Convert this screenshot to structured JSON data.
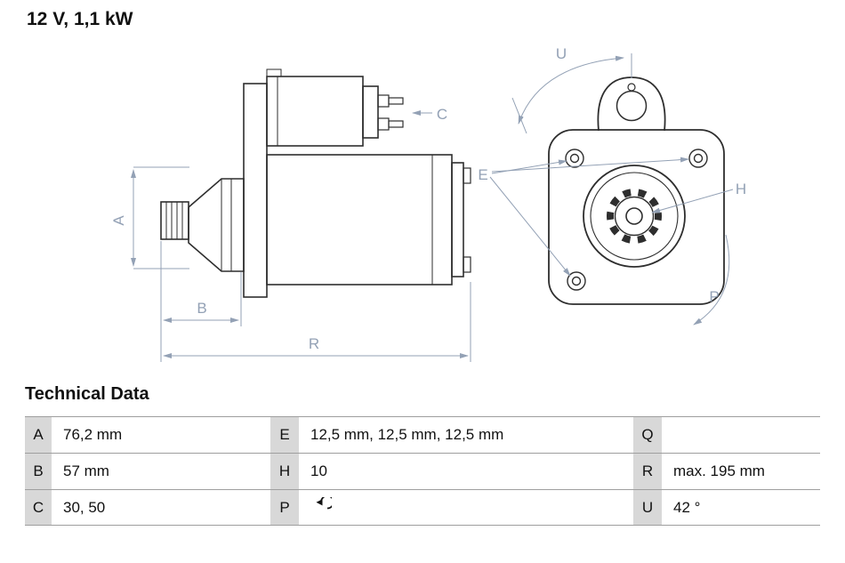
{
  "title": "12 V, 1,1 kW",
  "colors": {
    "dimension": "#93a1b5",
    "line": "#2e2e2e",
    "table_key_bg": "#d8d8d8",
    "table_border": "#9e9e9e"
  },
  "dim_labels": {
    "A": "A",
    "B": "B",
    "C": "C",
    "E": "E",
    "H": "H",
    "P": "P",
    "R": "R",
    "U": "U"
  },
  "technical_data": {
    "heading": "Technical Data",
    "rows": [
      {
        "c1k": "A",
        "c1v": "76,2 mm",
        "c2k": "E",
        "c2v": "12,5 mm, 12,5 mm, 12,5 mm",
        "c3k": "Q",
        "c3v": ""
      },
      {
        "c1k": "B",
        "c1v": "57 mm",
        "c2k": "H",
        "c2v": "10",
        "c3k": "R",
        "c3v": "max. 195 mm"
      },
      {
        "c1k": "C",
        "c1v": "30, 50",
        "c2k": "P",
        "c2v": "",
        "c2icon": "ccw-rotation",
        "c3k": "U",
        "c3v": "42 °"
      }
    ]
  }
}
